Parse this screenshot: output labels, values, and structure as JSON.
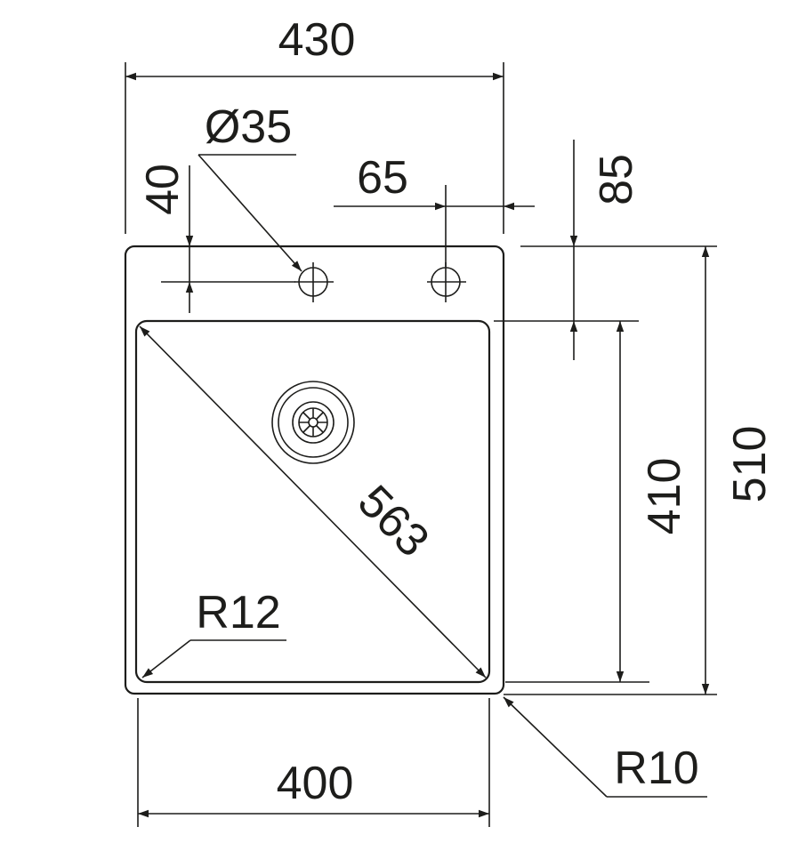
{
  "drawing": {
    "overall_width": "430",
    "bowl_width": "400",
    "overall_depth": "510",
    "bowl_depth": "410",
    "diagonal": "563",
    "tap_hole_diameter": "Ø35",
    "tap_hole_inset": "40",
    "tap_hole_spacing": "65",
    "rim_to_bowl": "85",
    "bowl_corner_radius": "R12",
    "outer_corner_radius": "R10"
  }
}
